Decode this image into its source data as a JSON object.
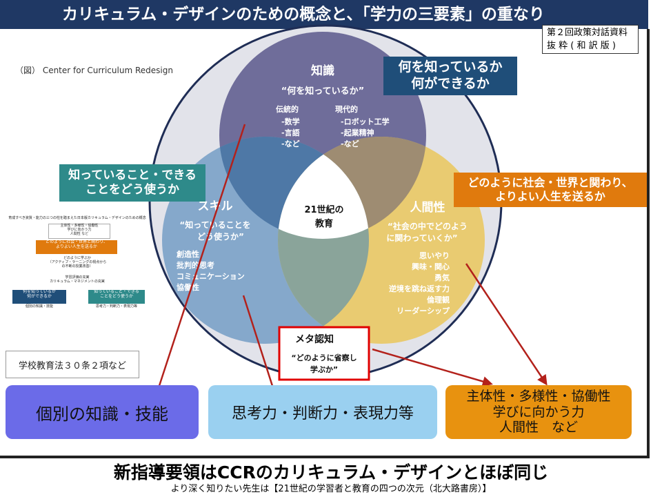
{
  "title": "カリキュラム・デザインのための概念と、「学力の三要素」の重なり",
  "reference": {
    "line1": "第２回政策対話資料",
    "line2": "抜 粋 ( 和 訳 版 )"
  },
  "source": "（図） Center for Curriculum Redesign",
  "tags": {
    "knowledge_q": [
      "何を知っているか",
      "何ができるか"
    ],
    "skill_q": [
      "知っていること・できる",
      "ことをどう使うか"
    ],
    "character_q": [
      "どのように社会・世界と関わり、",
      "よりよい人生を送るか"
    ]
  },
  "circles": {
    "knowledge": {
      "title": "知識",
      "question": "“何を知っているか”",
      "traditional": [
        "伝統的",
        "-数学",
        "-言語",
        "-など"
      ],
      "modern": [
        "現代的",
        "-ロボット工学",
        "-起業精神",
        "-など"
      ]
    },
    "skill": {
      "title": "スキル",
      "question": [
        "“知っていることを",
        "どう使うか”"
      ],
      "items": [
        "創造性",
        "批判的思考",
        "コミュニケーション",
        "協働性"
      ]
    },
    "character": {
      "title": "人間性",
      "question": [
        "“社会の中でどのよう",
        "に関わっていくか”"
      ],
      "items": [
        "思いやり",
        "興味・関心",
        "勇気",
        "逆境を跳ね返す力",
        "倫理観",
        "リーダーシップ"
      ]
    },
    "center": [
      "21世紀の",
      "教育"
    ]
  },
  "meta": {
    "title": "メタ認知",
    "question": [
      "“どのように省察し",
      "学ぶか”"
    ]
  },
  "mini_diagram": {
    "header": "育成すべき資質・能力の三つの柱を踏まえた日本版カリキュラム・デザインのための概念",
    "top": [
      "主体性・多様性・協働性",
      "学びに向かう力",
      "人間性 など"
    ],
    "orange": [
      "どのように社会・世界と関わり、",
      "よりよい人生を送るか"
    ],
    "middle": [
      "どのように学ぶか",
      "（アクティブ・ラーニングの視点から",
      "の不断の授業改善）"
    ],
    "eval": [
      "学習評価の充実",
      "カリキュラム・マネジメントの充実"
    ],
    "left_blue": [
      "何を知っているか",
      "何ができるか"
    ],
    "left_caption": "個別の知識・技能",
    "right_teal": [
      "知っていること・できる",
      "ことをどう使うか"
    ],
    "right_caption": "思考力・判断力・表現力等"
  },
  "law": "学校教育法３０条２項など",
  "bottom": {
    "knowledge": "個別の知識・技能",
    "thinking": "思考力・判断力・表現力等",
    "character": [
      "主体性・多様性・協働性",
      "学びに向かう力",
      "人間性　など"
    ]
  },
  "caption": "新指導要領はCCRのカリキュラム・デザインとほぼ同じ",
  "subcaption": "より深く知りたい先生は【21世紀の学習者と教育の四つの次元（北大路書房）】",
  "colors": {
    "title_bg": "#1f3864",
    "knowledge": "#6f6d9a",
    "skill": "#7fa4c9",
    "character": "#e9c96a",
    "meta_border": "#e00000",
    "arrow": "#b3211b"
  }
}
